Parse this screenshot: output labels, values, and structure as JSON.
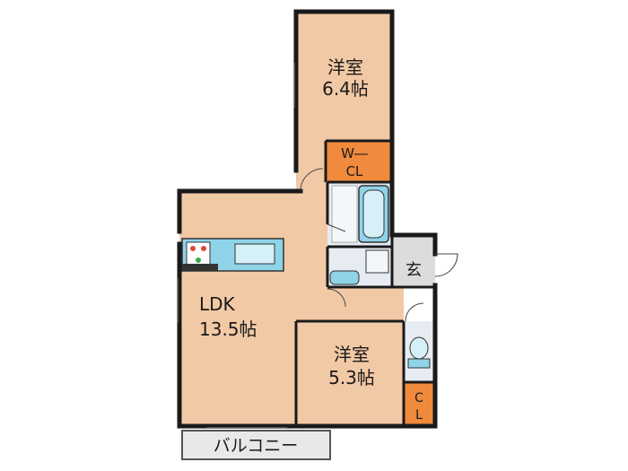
{
  "rooms": {
    "western_top": {
      "name": "洋室",
      "size": "6.4帖"
    },
    "walk_in_closet": {
      "line1": "W―",
      "line2": "CL"
    },
    "ldk": {
      "name": "LDK",
      "size": "13.5帖"
    },
    "western_bottom": {
      "name": "洋室",
      "size": "5.3帖"
    },
    "entrance": {
      "name": "玄"
    },
    "closet": {
      "line1": "C",
      "line2": "L"
    },
    "balcony": {
      "name": "バルコニー"
    }
  },
  "colors": {
    "room_fill": "#F2C9A5",
    "closet_fill": "#F08A3C",
    "wet_area_fill": "#E6ECF2",
    "fixture_fill": "#8FD3E8",
    "entrance_fill": "#DCDCDC",
    "balcony_fill": "#E8E8E8",
    "wall": "#1a1a1a"
  }
}
